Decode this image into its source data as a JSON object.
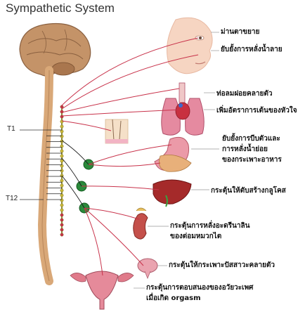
{
  "title": "Sympathetic System",
  "levels": {
    "t1": "T1",
    "t12": "T12"
  },
  "effects": [
    {
      "lines": [
        "ม่านตาขยาย",
        "ยับยั้งการหลั่งน้ำลาย"
      ]
    },
    {
      "lines": [
        "ท่อลมฝอยคลายตัว",
        "เพิ่มอัตราการเต้นของหัวใจ"
      ]
    },
    {
      "lines": [
        "ยับยั้งการบีบตัวและ",
        "การหลั่งน้ำย่อย",
        "ของกระเพาะอาหาร"
      ]
    },
    {
      "lines": [
        "กระตุ้นให้ตับสร้างกลูโคส"
      ]
    },
    {
      "lines": [
        "กระตุ้นการหลั่งอะดรีนาลิน",
        "ของต่อมหมวกไต"
      ]
    },
    {
      "lines": [
        "กระตุ้นให้กระเพาะปัสสาวะคลายตัว"
      ]
    },
    {
      "lines": [
        "กระตุ้นการตอบสนองของอวัยวะเพศ",
        "เมื่อเกิด orgasm"
      ]
    }
  ],
  "colors": {
    "nerve": "#c8324a",
    "ganglion": "#2a8a3a",
    "spine": "#d9a878",
    "brain": "#c49368"
  }
}
